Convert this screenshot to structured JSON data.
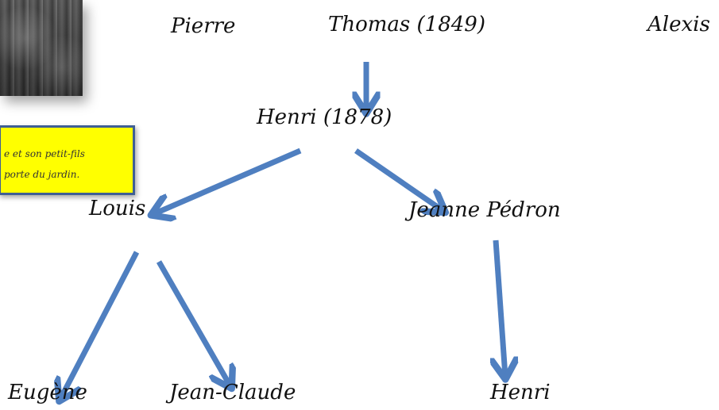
{
  "photo": {
    "description_icon": "photo-icon"
  },
  "caption": {
    "line1": "e et son petit-fils",
    "line2": "porte du jardin."
  },
  "people": {
    "pierre": "Pierre",
    "thomas": "Thomas (1849)",
    "alexis": "Alexis",
    "henri_1878": "Henri (1878)",
    "louis": "Louis",
    "jeanne": "Jeanne Pédron",
    "eugene": "Eugène",
    "jean_claude": "Jean-Claude",
    "henri": "Henri"
  },
  "colors": {
    "arrow": "#4f7fc0",
    "caption_bg": "#ffff00",
    "caption_border": "#3f5f94"
  }
}
